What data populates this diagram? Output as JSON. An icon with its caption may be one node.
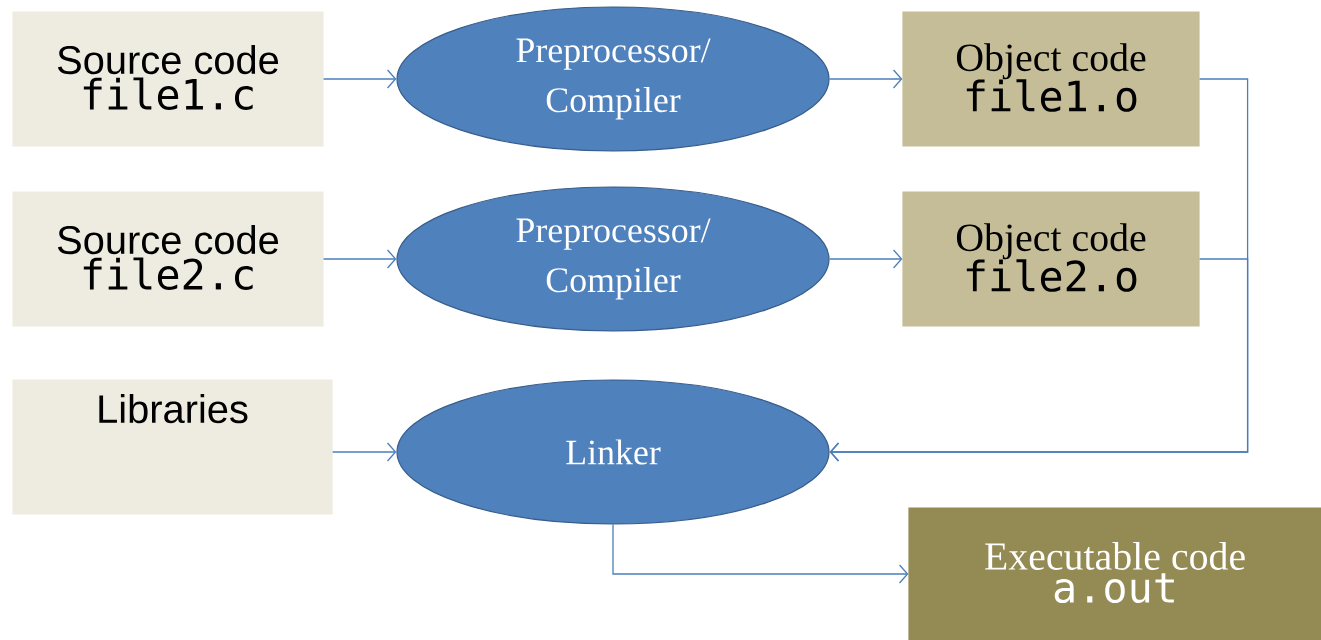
{
  "diagram": {
    "nodes": [
      {
        "text": [
          "Source code",
          "file1.c"
        ]
      },
      {
        "text": [
          "Preprocessor/ Compiler"
        ]
      },
      {
        "text": [
          "Object code",
          "file1.o"
        ]
      },
      {
        "text": [
          "Source code",
          "file2.c"
        ]
      },
      {
        "text": [
          "Preprocessor/ Compiler"
        ]
      },
      {
        "text": [
          "Object code",
          "file2.o"
        ]
      },
      {
        "text": [
          "Libraries"
        ]
      },
      {
        "text": [
          "Linker"
        ]
      },
      {
        "text": [
          "Executable code",
          "a.out"
        ]
      }
    ],
    "edges": [
      {
        "from": 0,
        "to": 1,
        "arrow": "to"
      },
      {
        "from": 1,
        "to": 2,
        "arrow": "to"
      },
      {
        "from": 3,
        "to": 4,
        "arrow": "to"
      },
      {
        "from": 4,
        "to": 5,
        "arrow": "to"
      },
      {
        "from": 2,
        "to": 7,
        "arrow": "to"
      },
      {
        "from": 5,
        "to": 7,
        "arrow": "to"
      },
      {
        "from": 6,
        "to": 7,
        "arrow": "to"
      },
      {
        "from": 7,
        "to": 8,
        "arrow": "to"
      }
    ]
  }
}
